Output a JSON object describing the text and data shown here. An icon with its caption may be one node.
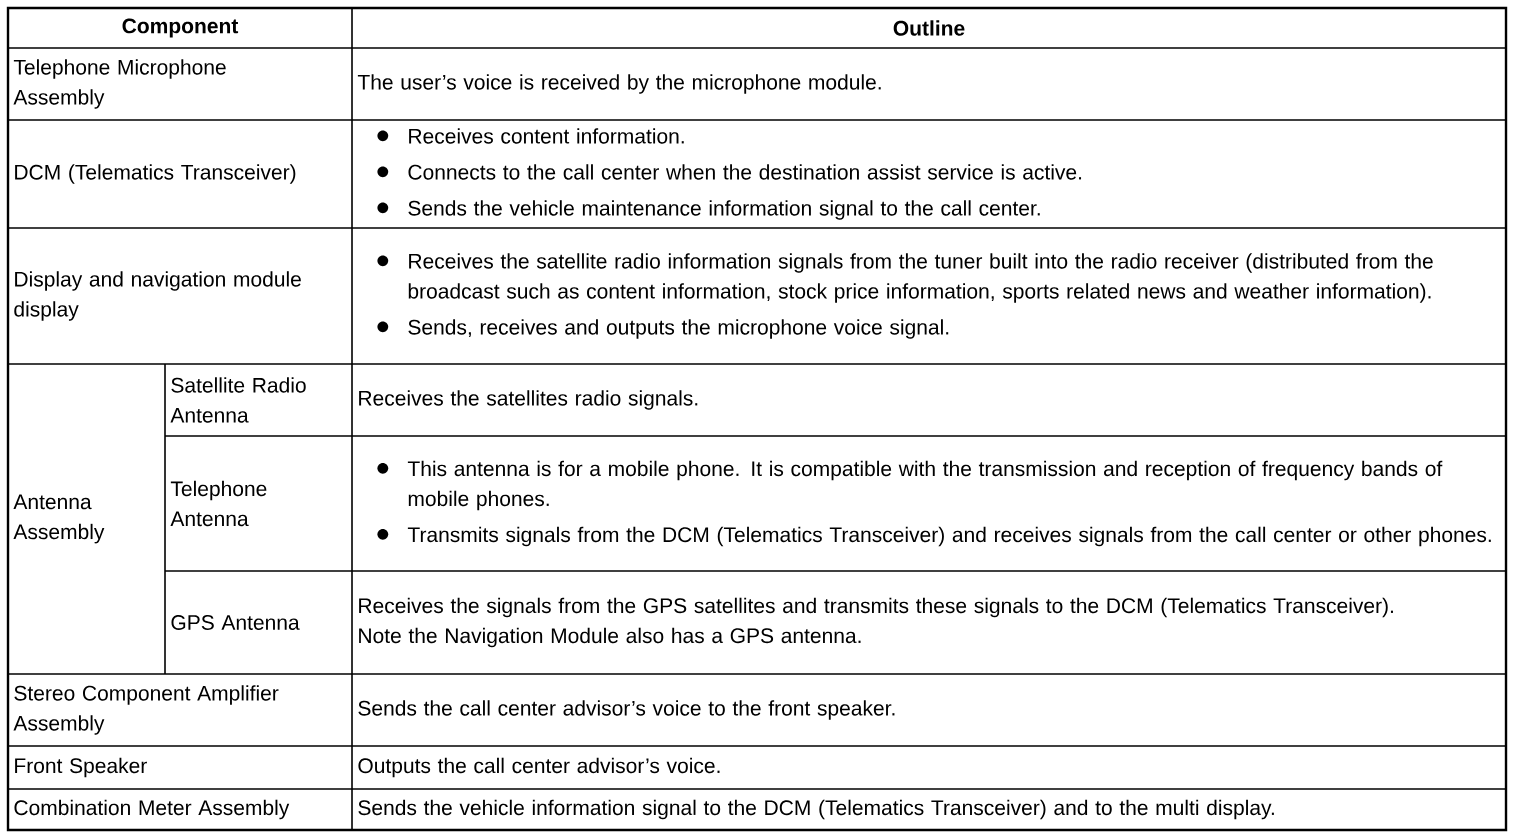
{
  "diagram": {
    "labels": [
      "Component",
      "Outline",
      "Telephone Microphone Assembly",
      "The user’s voice is received by the microphone module.",
      "DCM (Telematics Transceiver)",
      "Receives content information.",
      "Connects to the call center when the destination assist service is active.",
      "Sends the vehicle maintenance information signal to the call center.",
      "Display and navigation module display",
      "Receives the satellite radio information signals from the tuner built into the radio receiver (distributed from the broadcast such as content information, stock price information, sports related news and weather information).",
      "Sends, receives and outputs the microphone voice signal.",
      "Antenna Assembly",
      "Satellite Radio Antenna",
      "Receives the satellites radio signals.",
      "Telephone Antenna",
      "This antenna is for a mobile phone. It is compatible with the transmission and reception of frequency bands of mobile phones.",
      "Transmits signals from the DCM (Telematics Transceiver) and receives signals from the call center or other phones.",
      "GPS Antenna",
      "Receives the signals from the GPS satellites and transmits these signals to the DCM (Telematics Transceiver).",
      "Note the Navigation Module also has a GPS antenna.",
      "Stereo Component Amplifier Assembly",
      "Sends the call center advisor’s voice to the front speaker.",
      "Front Speaker",
      "Outputs the call center advisor’s voice.",
      "Combination Meter Assembly",
      "Sends the vehicle information signal to the DCM (Telematics Transceiver) and to the multi display."
    ]
  }
}
